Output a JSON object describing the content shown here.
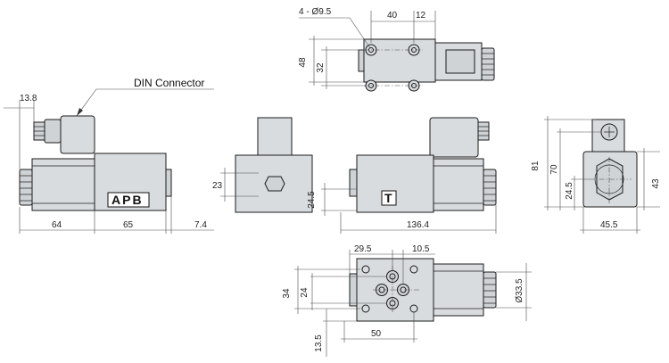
{
  "callouts": {
    "din_connector": "DIN Connector",
    "nameplate_left": "APB",
    "nameplate_mid": "T"
  },
  "dimensions": {
    "left_13_8": "13.8",
    "left_64": "64",
    "left_65": "65",
    "left_7_4": "7.4",
    "end_23": "23",
    "mid_24_5": "24.5",
    "mid_136_4": "136.4",
    "top_4_holes": "4 - Ø9.5",
    "top_40": "40",
    "top_12": "12",
    "top_48": "48",
    "top_32": "32",
    "right_81": "81",
    "right_70": "70",
    "right_24_5": "24.5",
    "right_43": "43",
    "right_45_5": "45.5",
    "bot_29_5": "29.5",
    "bot_10_5": "10.5",
    "bot_34": "34",
    "bot_24": "24",
    "bot_33_5": "Ø33.5",
    "bot_13_5": "13.5",
    "bot_50": "50"
  }
}
